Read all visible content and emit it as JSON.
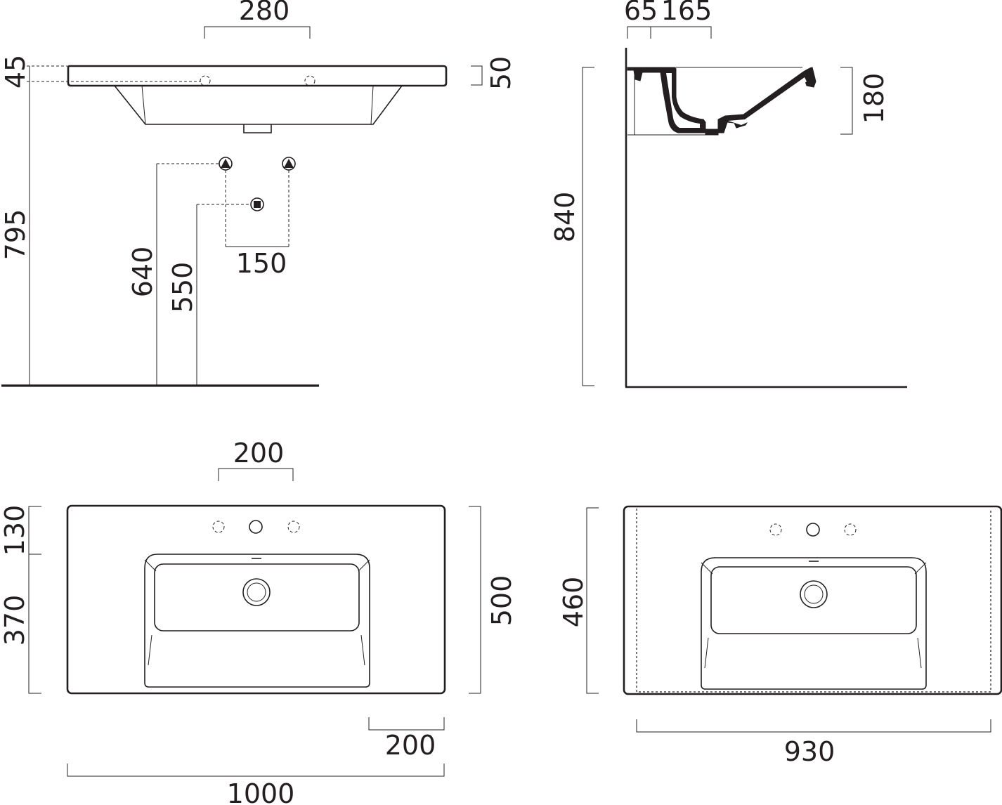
{
  "front_view": {
    "width_taps": "280",
    "deck_thickness": "45",
    "rim_height": "50",
    "floor_to_top": "795",
    "supply_height": "640",
    "waste_height": "550",
    "supply_spacing": "150"
  },
  "side_view": {
    "wall_to_tap": "65",
    "tap_to_bowl": "165",
    "basin_depth": "180",
    "floor_to_rim": "840"
  },
  "plan_view_1000": {
    "tap_hole_spacing": "200",
    "front_depth": "130",
    "bowl_depth": "370",
    "total_depth": "500",
    "side_offset": "200",
    "overall_width": "1000"
  },
  "plan_view_930": {
    "total_depth": "460",
    "overall_width": "930"
  }
}
